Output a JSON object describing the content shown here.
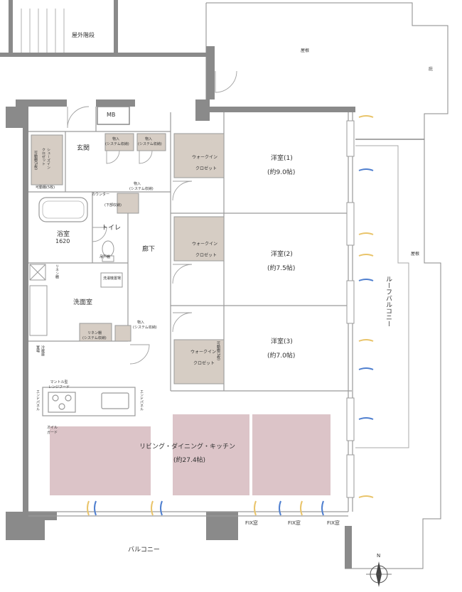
{
  "colors": {
    "wall": "#8a8a8a",
    "wall_outline": "#6e6e6e",
    "line": "#9a9a9a",
    "storage_fill": "#d6cdc4",
    "ldk_fill": "#dcc4c8",
    "mb_fill": "#ffffff",
    "air_blue": "#4f7fcf",
    "air_yellow": "#e9c46a"
  },
  "labels": {
    "outdoor_stairs": "屋外階段",
    "roof_top": "屋根",
    "eaves": "庇",
    "mb": "MB",
    "entrance": "玄関",
    "shoes_in_closet": "シューズイン\nクロゼット",
    "movable_shelf_5": "可動棚(5枚)",
    "movable_shelf_5b": "可動棚(5枚)",
    "storage_1": "物入",
    "storage_1_sub": "(システム収納)",
    "storage_2": "物入",
    "storage_2_sub": "(システム収納)",
    "storage_3": "物入",
    "storage_3_sub": "(システム収納)",
    "storage_4": "物入",
    "storage_4_sub": "(システム収納)",
    "counter": "カウンター",
    "counter_sub": "(下部収納)",
    "bathroom": "浴室",
    "bathroom_size": "1620",
    "toilet": "トイレ",
    "hallway": "廊下",
    "wall_shelf": "吊戸棚",
    "washer_space": "洗濯機置場",
    "linen_shelf_upper": "リネン棚",
    "linen_shelf": "リネン棚",
    "linen_shelf_sub": "(システム収納)",
    "washroom": "洗面室",
    "fridge_space": "冷蔵庫\n置場",
    "mantle_range_hood": "マントル型\nレンジフード",
    "end_panel_left": "エンドパネル",
    "end_panel_right": "エンドパネル",
    "oil_guard": "オイル\nガード",
    "walkin_1a": "ウォークイン",
    "walkin_1b": "クロゼット",
    "walkin_2a": "ウォークイン",
    "walkin_2b": "クロゼット",
    "walkin_3a": "ウォークイン",
    "walkin_3b": "クロゼット",
    "movable_shelf_3": "可動棚(3枚)",
    "room1": "洋室(1)",
    "room1_size": "(約9.0帖)",
    "room2": "洋室(2)",
    "room2_size": "(約7.5帖)",
    "room3": "洋室(3)",
    "room3_size": "(約7.0帖)",
    "roof_side": "屋根",
    "roof_balcony": "ルーフバルコニー",
    "ldk": "リビング・ダイニング・キッチン",
    "ldk_size": "(約27.4帖)",
    "fix1": "FIX窓",
    "fix2": "FIX窓",
    "fix3": "FIX窓",
    "balcony": "バルコニー",
    "north": "N"
  }
}
